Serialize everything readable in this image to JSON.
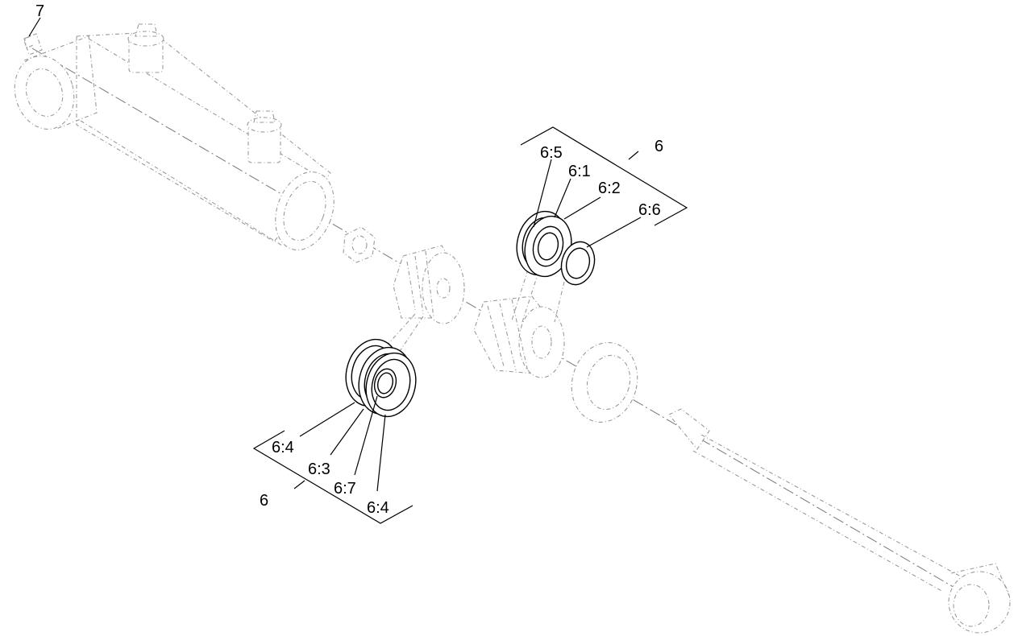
{
  "diagram": {
    "callouts": {
      "fitting": "7",
      "kit_upper": "6",
      "kit_lower": "6",
      "wear_ring": "6:5",
      "piston_seal": "6:1",
      "backup_ring_upper": "6:2",
      "rod_seal": "6:6",
      "o_ring_outer_left": "6:4",
      "seal_ring": "6:3",
      "o_ring_inner": "6:7",
      "o_ring_outer_right": "6:4"
    }
  }
}
